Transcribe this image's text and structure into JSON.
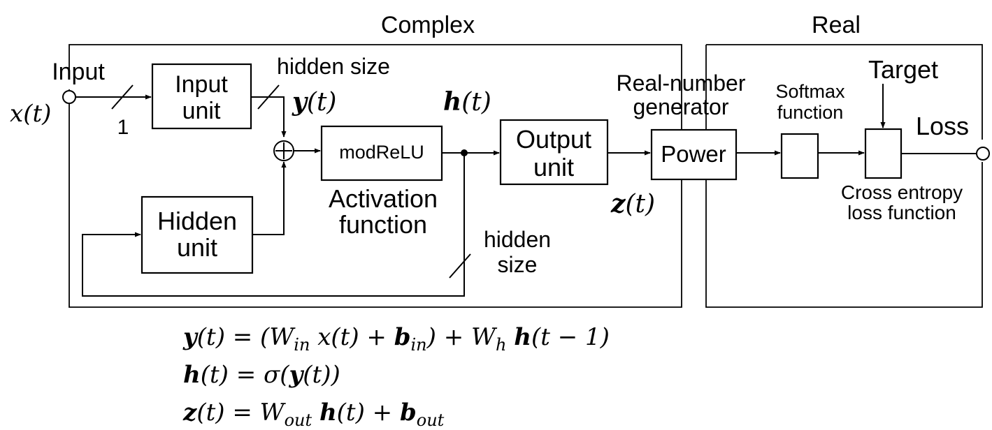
{
  "regions": {
    "complex_label": "Complex",
    "real_label": "Real"
  },
  "input": {
    "label": "Input",
    "signal_x": "x",
    "signal_paren": "(t)",
    "width": "1"
  },
  "blocks": {
    "input_unit": [
      "Input",
      "unit"
    ],
    "hidden_unit": [
      "Hidden",
      "unit"
    ],
    "modrelu": "modReLU",
    "activation_caption": [
      "Activation",
      "function"
    ],
    "output_unit": [
      "Output",
      "unit"
    ],
    "power": "Power",
    "real_generator_caption": [
      "Real-number",
      "generator"
    ],
    "softmax_caption": [
      "Softmax",
      "function"
    ],
    "cross_entropy_caption": [
      "Cross entropy",
      "loss function"
    ],
    "target": "Target",
    "loss": "Loss"
  },
  "annotations": {
    "hidden_size_top": "hidden size",
    "hidden_size_feedback": [
      "hidden",
      "size"
    ],
    "y_label": {
      "sym": "y",
      "arg": "(t)"
    },
    "h_label": {
      "sym": "h",
      "arg": "(t)"
    },
    "z_label": {
      "sym": "z",
      "arg": "(t)"
    }
  },
  "equations": {
    "eq1": {
      "lhs_sym": "y",
      "lhs_arg": "(t) = (",
      "w_in": "W",
      "w_in_sub": "in",
      "x_term": " x(t) + ",
      "b_in": "b",
      "b_in_sub": "in",
      "mid": ") + ",
      "w_h": "W",
      "w_h_sub": "h",
      "h_term": "h",
      "h_arg": "(t − 1)"
    },
    "eq2": {
      "lhs_sym": "h",
      "lhs_arg": "(t) =  σ(",
      "y_sym": "y",
      "tail": "(t))"
    },
    "eq3": {
      "lhs_sym": "z",
      "lhs_arg": "(t) = ",
      "w_out": "W",
      "w_out_sub": "out",
      "h_sym": "h",
      "h_arg": "(t) + ",
      "b_out": "b",
      "b_out_sub": "out"
    }
  }
}
